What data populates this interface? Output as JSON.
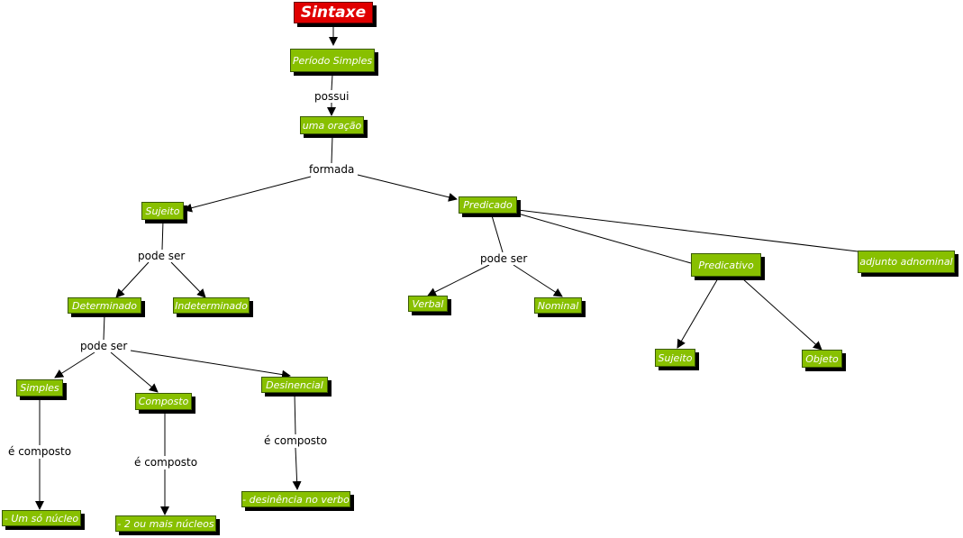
{
  "title": "Sintaxe",
  "nodes": {
    "periodo_simples": "Período Simples",
    "uma_oracao": "uma oração",
    "sujeito": "Sujeito",
    "predicado": "Predicado",
    "determinado": "Determinado",
    "indeterminado": "Indeterminado",
    "verbal": "Verbal",
    "nominal": "Nominal",
    "predicativo": "Predicativo",
    "adjunto_adnominal": "adjunto adnominal",
    "pred_sujeito": "Sujeito",
    "objeto": "Objeto",
    "simples": "Simples",
    "composto": "Composto",
    "desinencial": "Desinencial",
    "um_so_nucleo": "- Um só núcleo",
    "dois_ou_mais": "- 2 ou mais núcleos",
    "desinencia": "- desinência no verbo"
  },
  "links": {
    "possui": "possui",
    "formada": "formada",
    "pode_ser_sujeito": "pode ser",
    "pode_ser_predicado": "pode ser",
    "pode_ser_determinado": "pode ser",
    "composto_simples": "é composto",
    "composto_composto": "é composto",
    "composto_desinencial": "é composto"
  }
}
